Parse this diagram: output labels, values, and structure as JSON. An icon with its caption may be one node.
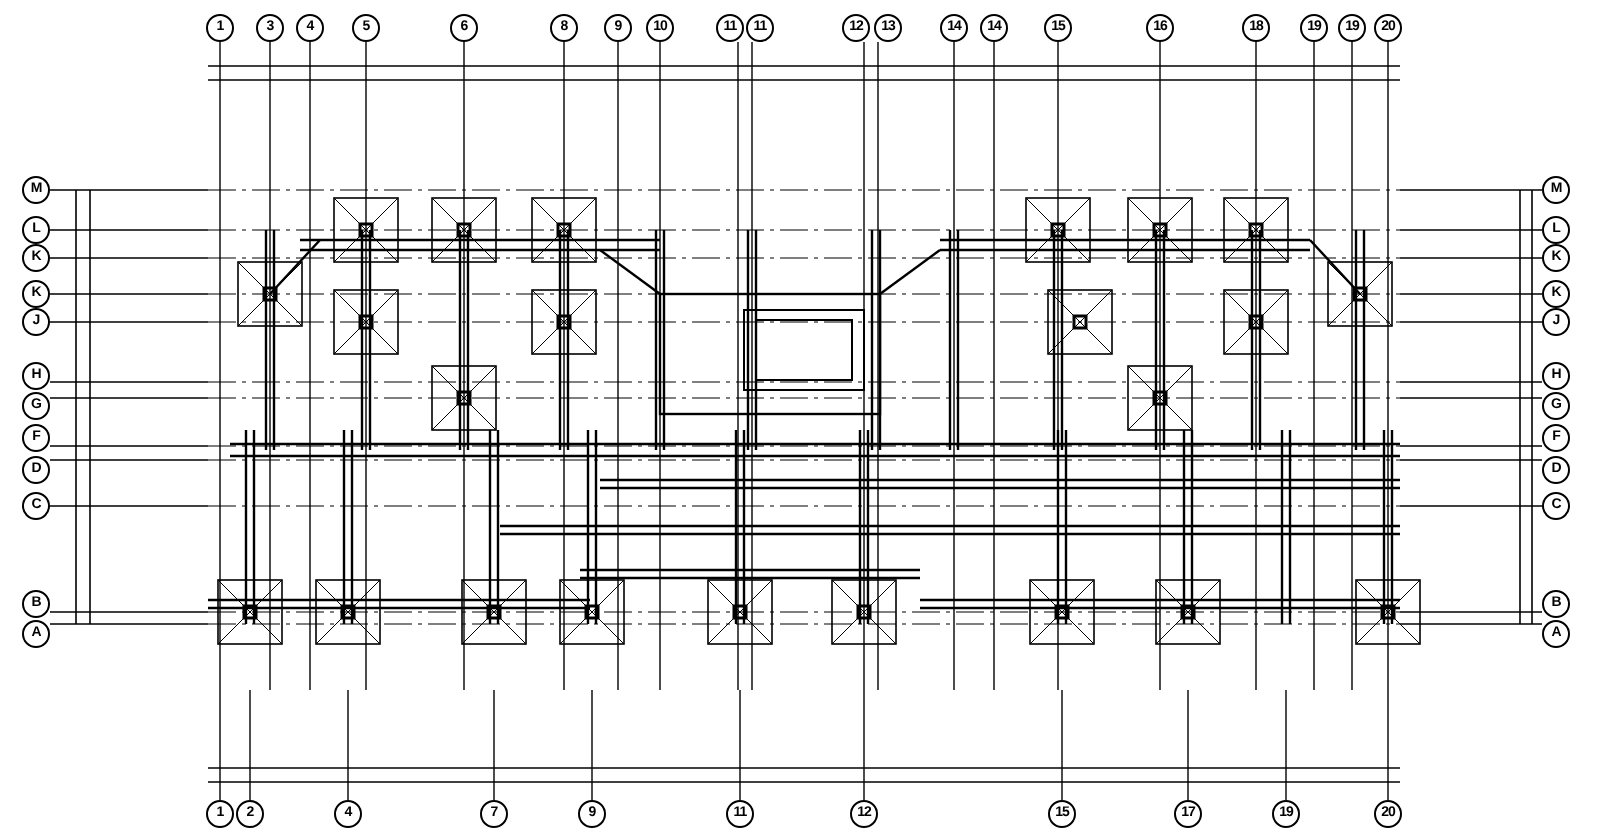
{
  "diagram": {
    "labels": [
      "1",
      "3",
      "4",
      "5",
      "6",
      "8",
      "9",
      "10",
      "11",
      "11",
      "12",
      "13",
      "14",
      "14",
      "15",
      "16",
      "18",
      "19",
      "19",
      "20",
      "M",
      "L",
      "K",
      "K",
      "J",
      "H",
      "G",
      "F",
      "D",
      "C",
      "B",
      "A",
      "M",
      "L",
      "K",
      "K",
      "J",
      "H",
      "G",
      "F",
      "D",
      "C",
      "B",
      "A",
      "1",
      "2",
      "4",
      "7",
      "9",
      "11",
      "12",
      "15",
      "17",
      "19",
      "20"
    ]
  }
}
